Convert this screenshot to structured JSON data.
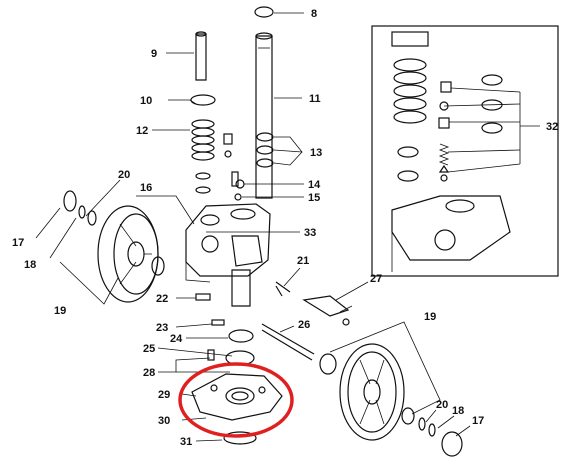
{
  "callouts": [
    {
      "id": "8",
      "text": "8"
    },
    {
      "id": "9",
      "text": "9"
    },
    {
      "id": "10",
      "text": "10"
    },
    {
      "id": "11",
      "text": "11"
    },
    {
      "id": "12",
      "text": "12"
    },
    {
      "id": "13",
      "text": "13"
    },
    {
      "id": "14",
      "text": "14"
    },
    {
      "id": "15",
      "text": "15"
    },
    {
      "id": "16",
      "text": "16"
    },
    {
      "id": "17a",
      "text": "17"
    },
    {
      "id": "18a",
      "text": "18"
    },
    {
      "id": "19a",
      "text": "19"
    },
    {
      "id": "20a",
      "text": "20"
    },
    {
      "id": "21",
      "text": "21"
    },
    {
      "id": "22",
      "text": "22"
    },
    {
      "id": "23",
      "text": "23"
    },
    {
      "id": "24",
      "text": "24"
    },
    {
      "id": "25",
      "text": "25"
    },
    {
      "id": "26",
      "text": "26"
    },
    {
      "id": "27",
      "text": "27"
    },
    {
      "id": "28",
      "text": "28"
    },
    {
      "id": "29",
      "text": "29"
    },
    {
      "id": "30",
      "text": "30"
    },
    {
      "id": "31",
      "text": "31"
    },
    {
      "id": "32",
      "text": "32"
    },
    {
      "id": "33",
      "text": "33"
    },
    {
      "id": "19b",
      "text": "19"
    },
    {
      "id": "20b",
      "text": "20"
    },
    {
      "id": "18b",
      "text": "18"
    },
    {
      "id": "17b",
      "text": "17"
    }
  ],
  "highlight": {
    "color": "#e02020",
    "target": "29"
  }
}
